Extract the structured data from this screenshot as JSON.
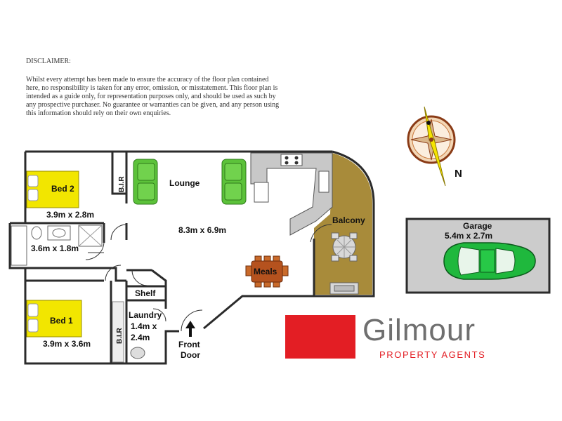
{
  "disclaimer": {
    "title": "DISCLAIMER:",
    "text": "Whilst every attempt has been made to ensure the accuracy of the floor plan contained here, no responsibility is taken for any error, omission, or misstatement. This floor plan is intended as a guide only, for representation purposes only, and should be used as such by any prospective purchaser. No guarantee or warranties can be given, and any person using this information should rely on their own enquiries."
  },
  "compass": {
    "label": "N"
  },
  "rooms": {
    "bed2": {
      "name": "Bed 2",
      "size": "3.9m x 2.8m"
    },
    "bir_top": {
      "label": "B.I.R"
    },
    "lounge": {
      "name": "Lounge",
      "size": "8.3m x 6.9m"
    },
    "bathroom": {
      "size": "3.6m x 1.8m"
    },
    "meals": {
      "name": "Meals"
    },
    "balcony": {
      "name": "Balcony"
    },
    "shelf": {
      "name": "Shelf"
    },
    "bed1": {
      "name": "Bed 1",
      "size": "3.9m x 3.6m"
    },
    "bir_bottom": {
      "label": "B.I.R"
    },
    "laundry": {
      "name": "Laundry",
      "size_line1": "1.4m x",
      "size_line2": "2.4m"
    },
    "front_door": {
      "line1": "Front",
      "line2": "Door"
    },
    "garage": {
      "name": "Garage",
      "size": "5.4m x 2.7m"
    }
  },
  "brand": {
    "name": "Gilmour",
    "tagline": "PROPERTY AGENTS"
  },
  "colors": {
    "wall": "#2b2b2b",
    "bed": "#f2e600",
    "sofa": "#5cc23a",
    "balcony": "#a88b3a",
    "garage": "#cccccc",
    "car": "#1fb83d",
    "brand_red": "#e31e24",
    "brand_grey": "#6f6f6f",
    "meals_table": "#b5521e"
  }
}
